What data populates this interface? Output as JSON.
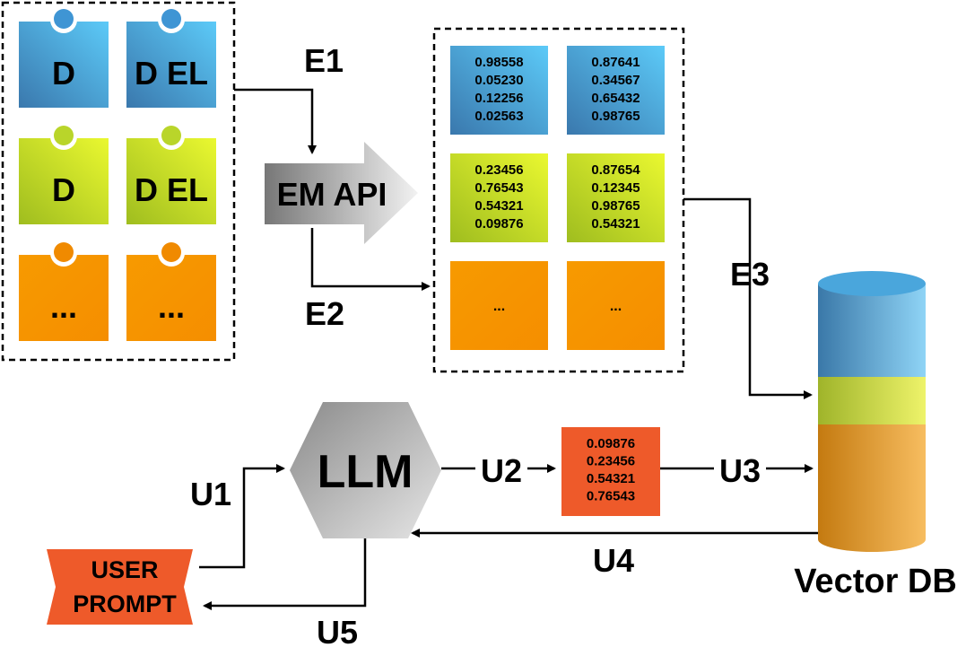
{
  "documents": {
    "cards": [
      {
        "label": "D",
        "color": "blue"
      },
      {
        "label": "D EL",
        "color": "blue"
      },
      {
        "label": "D",
        "color": "green"
      },
      {
        "label": "D EL",
        "color": "green"
      },
      {
        "label": "...",
        "color": "orange"
      },
      {
        "label": "...",
        "color": "orange"
      }
    ]
  },
  "embedding_api": {
    "label": "EM API"
  },
  "embeddings": {
    "cards": [
      {
        "values": [
          "0.98558",
          "0.05230",
          "0.12256",
          "0.02563"
        ],
        "color": "blue"
      },
      {
        "values": [
          "0.87641",
          "0.34567",
          "0.65432",
          "0.98765"
        ],
        "color": "blue"
      },
      {
        "values": [
          "0.23456",
          "0.76543",
          "0.54321",
          "0.09876"
        ],
        "color": "green"
      },
      {
        "values": [
          "0.87654",
          "0.12345",
          "0.98765",
          "0.54321"
        ],
        "color": "green"
      },
      {
        "values": [
          "..."
        ],
        "color": "orange"
      },
      {
        "values": [
          "..."
        ],
        "color": "orange"
      }
    ]
  },
  "llm": {
    "label": "LLM"
  },
  "query_vector": {
    "values": [
      "0.09876",
      "0.23456",
      "0.54321",
      "0.76543"
    ]
  },
  "user_prompt": {
    "line1": "USER",
    "line2": "PROMPT"
  },
  "vector_db": {
    "label": "Vector DB"
  },
  "edges": {
    "e1": "E1",
    "e2": "E2",
    "e3": "E3",
    "u1": "U1",
    "u2": "U2",
    "u3": "U3",
    "u4": "U4",
    "u5": "U5"
  },
  "colors": {
    "blue_dark": "#3b7fb5",
    "blue_light": "#5cc4f5",
    "green_dark": "#a8c421",
    "green_light": "#e6f52e",
    "orange": "#f79400",
    "red_orange": "#ee5a2a",
    "gray_dark": "#7a7a7a",
    "gray_light": "#e8e8e8"
  }
}
